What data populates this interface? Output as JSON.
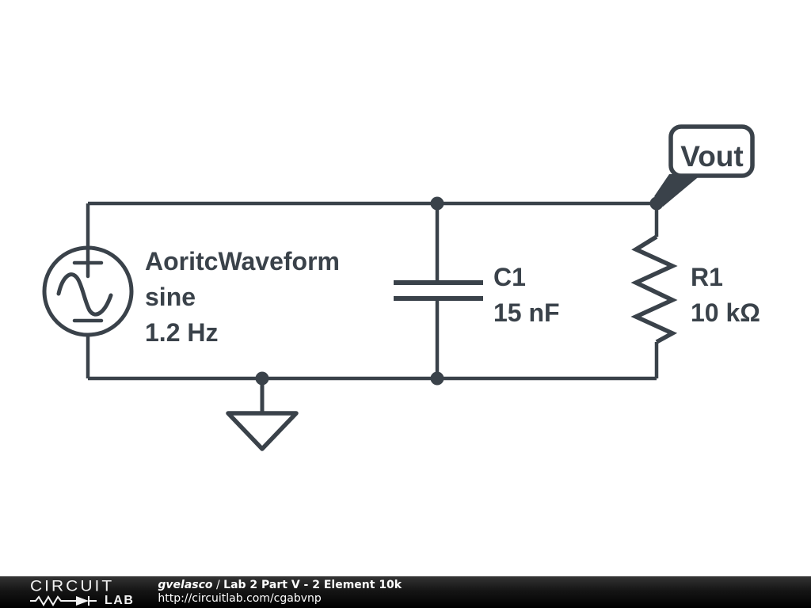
{
  "colors": {
    "schematic_stroke": "#3A424A",
    "canvas_background": "#FFFFFF",
    "footer_background": "#000000",
    "footer_text": "#FFFFFF"
  },
  "components": {
    "voltage_source": {
      "name": "AoritcWaveform",
      "waveform": "sine",
      "frequency": "1.2 Hz"
    },
    "capacitor": {
      "name": "C1",
      "value": "15 nF"
    },
    "resistor": {
      "name": "R1",
      "value": "10 kΩ"
    },
    "net_flag": {
      "label": "Vout"
    }
  },
  "footer": {
    "logo": {
      "word": "CIRCUIT",
      "lab": "LAB"
    },
    "author": "gvelasco",
    "separator": " / ",
    "title": "Lab 2 Part V - 2 Element 10k",
    "url": "http://circuitlab.com/cgabvnp"
  }
}
